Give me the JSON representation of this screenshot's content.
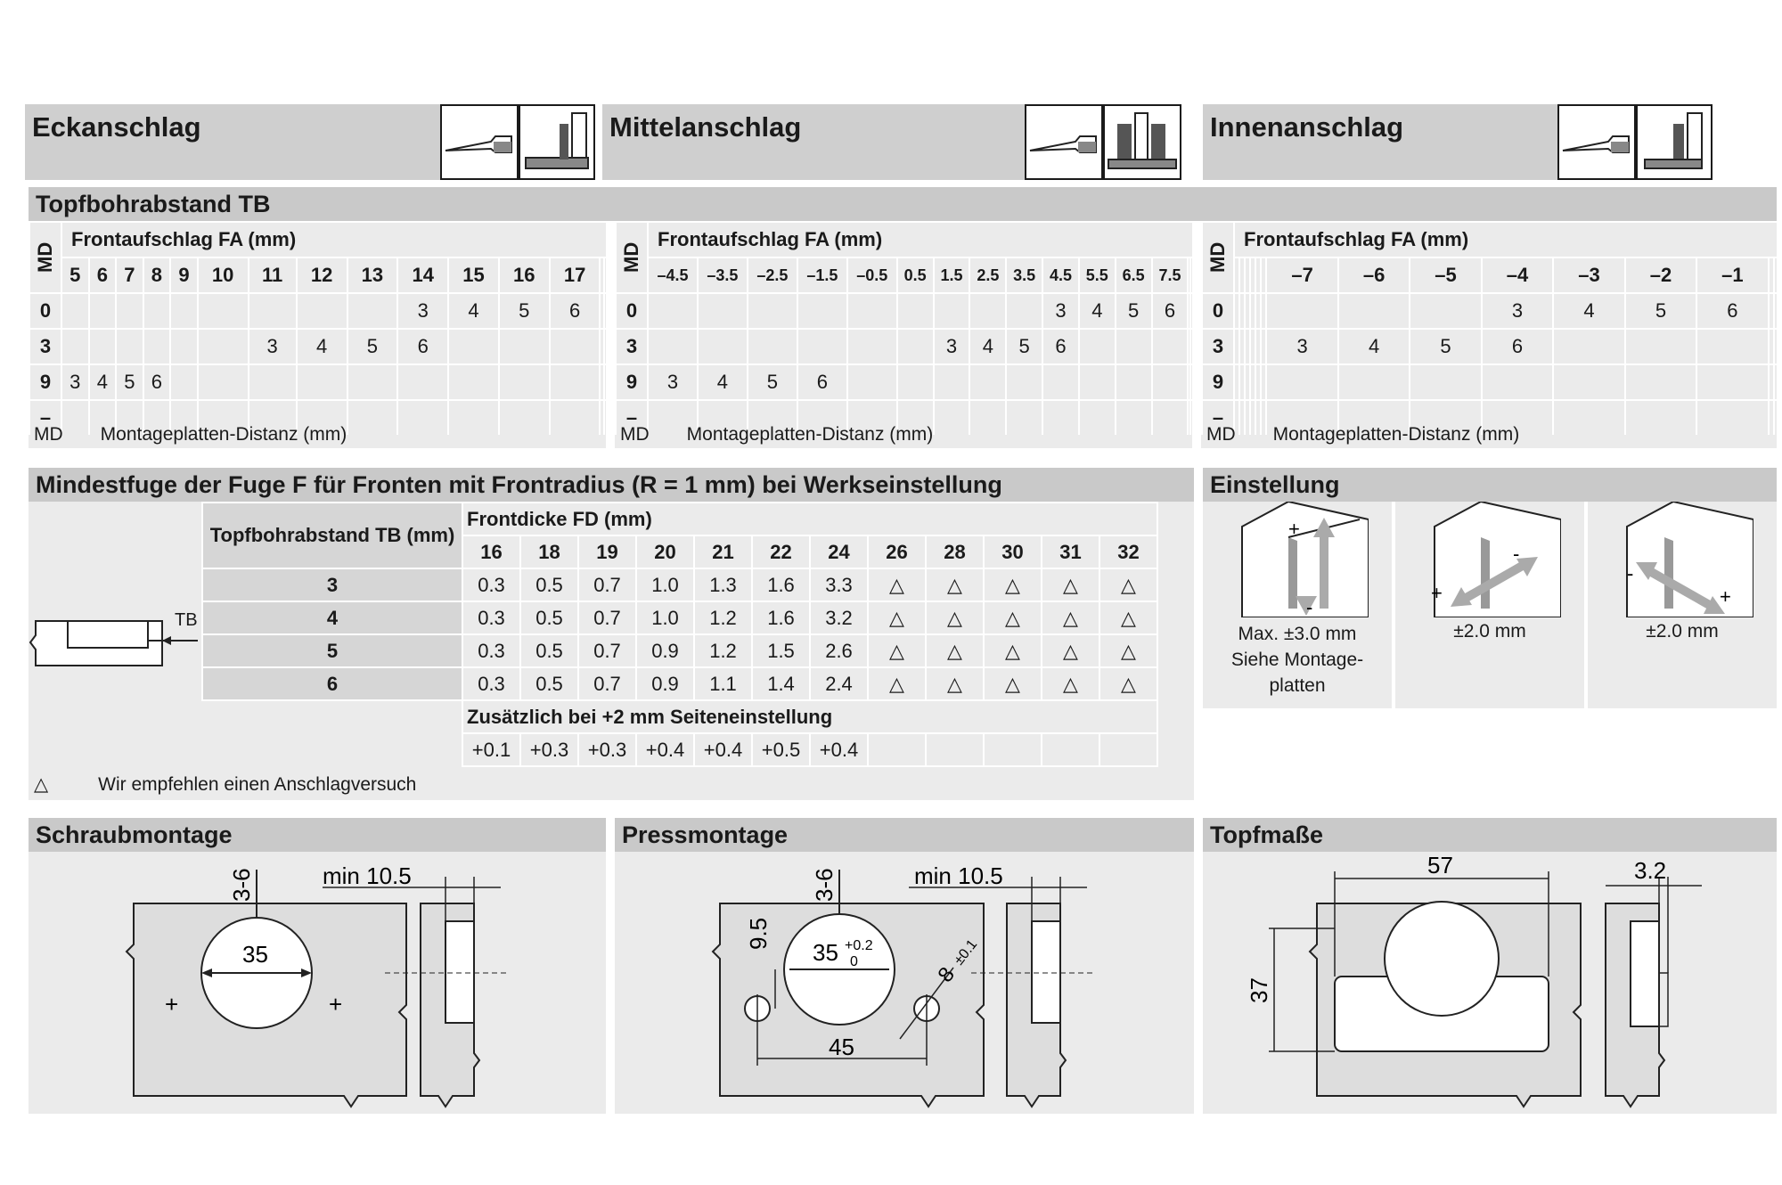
{
  "top_titles": {
    "eck": "Eckanschlag",
    "mittel": "Mittelanschlag",
    "innen": "Innenanschlag"
  },
  "tb_section": {
    "title": "Topfbohrabstand TB",
    "fa_label": "Frontaufschlag FA (mm)",
    "md_header": "MD",
    "md_footer": "MD",
    "md_desc": "Montageplatten-Distanz (mm)",
    "eck": {
      "headers": [
        "5",
        "6",
        "7",
        "8",
        "9",
        "10",
        "11",
        "12",
        "13",
        "14",
        "15",
        "16",
        "17",
        "",
        ""
      ],
      "rows": [
        {
          "md": "0",
          "cells": [
            "",
            "",
            "",
            "",
            "",
            "",
            "",
            "",
            "",
            "3",
            "4",
            "5",
            "6",
            "",
            ""
          ]
        },
        {
          "md": "3",
          "cells": [
            "",
            "",
            "",
            "",
            "",
            "",
            "3",
            "4",
            "5",
            "6",
            "",
            "",
            "",
            "",
            ""
          ]
        },
        {
          "md": "9",
          "cells": [
            "3",
            "4",
            "5",
            "6",
            "",
            "",
            "",
            "",
            "",
            "",
            "",
            "",
            "",
            "",
            ""
          ]
        },
        {
          "md": "–",
          "cells": [
            "",
            "",
            "",
            "",
            "",
            "",
            "",
            "",
            "",
            "",
            "",
            "",
            "",
            "",
            ""
          ]
        }
      ]
    },
    "mittel": {
      "headers": [
        "–4.5",
        "–3.5",
        "–2.5",
        "–1.5",
        "–0.5",
        "0.5",
        "1.5",
        "2.5",
        "3.5",
        "4.5",
        "5.5",
        "6.5",
        "7.5",
        "",
        ""
      ],
      "rows": [
        {
          "md": "0",
          "cells": [
            "",
            "",
            "",
            "",
            "",
            "",
            "",
            "",
            "",
            "3",
            "4",
            "5",
            "6",
            "",
            ""
          ]
        },
        {
          "md": "3",
          "cells": [
            "",
            "",
            "",
            "",
            "",
            "",
            "3",
            "4",
            "5",
            "6",
            "",
            "",
            "",
            "",
            ""
          ]
        },
        {
          "md": "9",
          "cells": [
            "3",
            "4",
            "5",
            "6",
            "",
            "",
            "",
            "",
            "",
            "",
            "",
            "",
            "",
            "",
            ""
          ]
        },
        {
          "md": "–",
          "cells": [
            "",
            "",
            "",
            "",
            "",
            "",
            "",
            "",
            "",
            "",
            "",
            "",
            "",
            "",
            ""
          ]
        }
      ]
    },
    "innen": {
      "headers": [
        "",
        "",
        "",
        "",
        "",
        "",
        "–7",
        "–6",
        "–5",
        "–4",
        "–3",
        "–2",
        "–1",
        "",
        ""
      ],
      "rows": [
        {
          "md": "0",
          "cells": [
            "",
            "",
            "",
            "",
            "",
            "",
            "",
            "",
            "",
            "3",
            "4",
            "5",
            "6",
            "",
            ""
          ]
        },
        {
          "md": "3",
          "cells": [
            "",
            "",
            "",
            "",
            "",
            "",
            "3",
            "4",
            "5",
            "6",
            "",
            "",
            "",
            "",
            ""
          ]
        },
        {
          "md": "9",
          "cells": [
            "",
            "",
            "",
            "",
            "",
            "",
            "",
            "",
            "",
            "",
            "",
            "",
            "",
            "",
            ""
          ]
        },
        {
          "md": "–",
          "cells": [
            "",
            "",
            "",
            "",
            "",
            "",
            "",
            "",
            "",
            "",
            "",
            "",
            "",
            "",
            ""
          ]
        }
      ]
    }
  },
  "mindestfuge": {
    "title": "Mindestfuge der Fuge F für Fronten mit Frontradius (R = 1 mm) bei Werkseinstellung",
    "tb_label": "Topfbohrabstand TB (mm)",
    "fd_label": "Frontdicke FD (mm)",
    "fd_headers": [
      "16",
      "18",
      "19",
      "20",
      "21",
      "22",
      "24",
      "26",
      "28",
      "30",
      "31",
      "32"
    ],
    "rows": [
      {
        "tb": "3",
        "cells": [
          "0.3",
          "0.5",
          "0.7",
          "1.0",
          "1.3",
          "1.6",
          "3.3",
          "△",
          "△",
          "△",
          "△",
          "△"
        ]
      },
      {
        "tb": "4",
        "cells": [
          "0.3",
          "0.5",
          "0.7",
          "1.0",
          "1.2",
          "1.6",
          "3.2",
          "△",
          "△",
          "△",
          "△",
          "△"
        ]
      },
      {
        "tb": "5",
        "cells": [
          "0.3",
          "0.5",
          "0.7",
          "0.9",
          "1.2",
          "1.5",
          "2.6",
          "△",
          "△",
          "△",
          "△",
          "△"
        ]
      },
      {
        "tb": "6",
        "cells": [
          "0.3",
          "0.5",
          "0.7",
          "0.9",
          "1.1",
          "1.4",
          "2.4",
          "△",
          "△",
          "△",
          "△",
          "△"
        ]
      }
    ],
    "extra_label": "Zusätzlich bei +2 mm Seiteneinstellung",
    "extra_cells": [
      "+0.1",
      "+0.3",
      "+0.3",
      "+0.4",
      "+0.4",
      "+0.5",
      "+0.4",
      "",
      "",
      "",
      "",
      ""
    ],
    "legend_symbol": "△",
    "legend_text": "Wir empfehlen einen Anschlagversuch",
    "diagram_label": "TB"
  },
  "einstellung": {
    "title": "Einstellung",
    "items": [
      {
        "line1": "Max. ±3.0 mm",
        "line2": "Siehe Montage-",
        "line3": "platten"
      },
      {
        "line1": "±2.0 mm"
      },
      {
        "line1": "±2.0 mm"
      }
    ],
    "plus": "+",
    "minus": "-"
  },
  "schraub": {
    "title": "Schraubmontage",
    "dim_top": "3-6",
    "dim_min": "min 10.5",
    "dim_dia": "35"
  },
  "press": {
    "title": "Pressmontage",
    "dim_top": "3-6",
    "dim_min": "min 10.5",
    "dim_dia": "35",
    "dia_tol_up": "+0.2",
    "dia_tol_down": "0",
    "dim_95": "9.5",
    "dim_8": "8",
    "dim_8_tol": "±0.1",
    "dim_45": "45"
  },
  "topf": {
    "title": "Topfmaße",
    "dim_57": "57",
    "dim_32": "3.2",
    "dim_37": "37"
  }
}
